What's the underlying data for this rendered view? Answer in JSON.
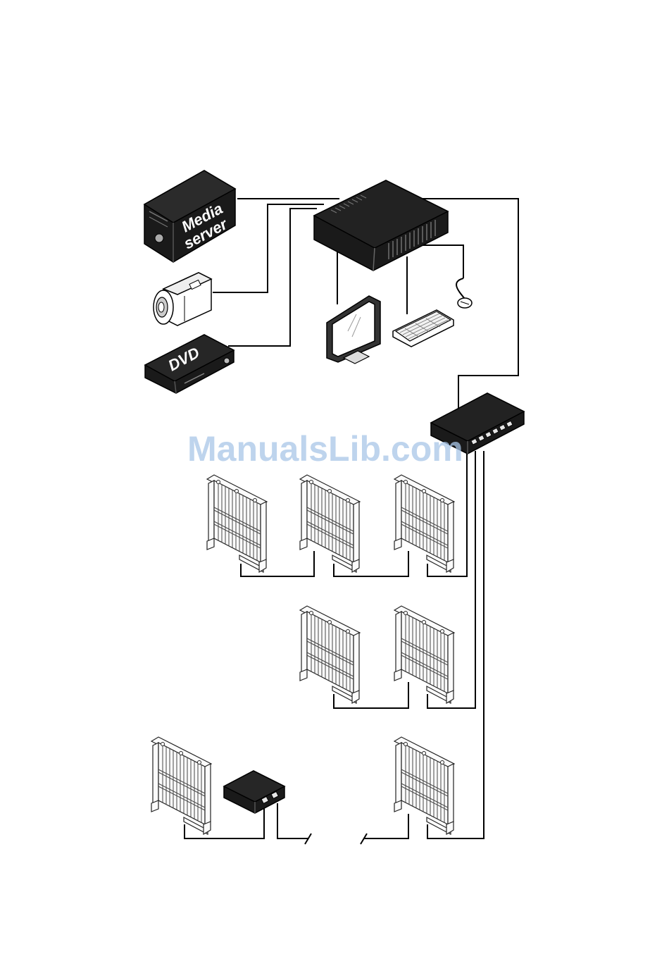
{
  "devices": {
    "media_server": {
      "label_line1": "Media",
      "label_line2": "server"
    },
    "dvd_player": {
      "label": "DVD"
    }
  },
  "watermark": {
    "text": "ManualsLib.com"
  },
  "colors": {
    "device_fill": "#1a1a1a",
    "panel_fill": "#fbfbfb",
    "wire": "#000000",
    "watermark": "#a9c6e8"
  },
  "icons": [
    "media-server-icon",
    "camcorder-icon",
    "dvd-player-icon",
    "processor-unit-icon",
    "monitor-icon",
    "keyboard-icon",
    "mouse-icon",
    "network-switch-icon",
    "led-panel-icon",
    "junction-box-icon"
  ]
}
